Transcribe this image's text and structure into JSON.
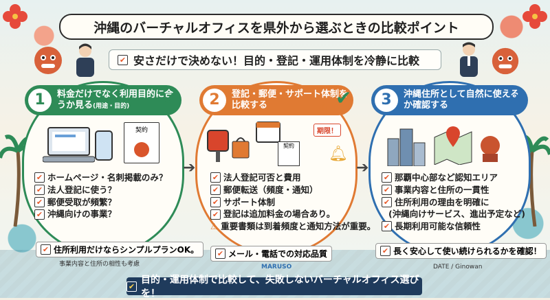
{
  "title": "沖縄のバーチャルオフィスを県外から選ぶときの比較ポイント",
  "subtitle": "安さだけで決めない！目的・登記・運用体制を冷静に比較",
  "panels": [
    {
      "number": "1",
      "heading": "料金だけでなく利用目的に合うか見る",
      "heading_small": "(用途・目的)",
      "items": [
        "ホームページ・名刺掲載のみ？",
        "法人登記に使う？",
        "郵便受取が頻繁？",
        "沖縄向けの事業？"
      ],
      "note": "住所利用だけならシンプルプランOK。",
      "fine": "事業内容と住所の相性も考慮",
      "doc_label": "契約"
    },
    {
      "number": "2",
      "heading": "登記・郵便・サポート体制を比較する",
      "items": [
        "法人登記可否と費用",
        "郵便転送（頻度・通知）",
        "サポート体制",
        "登記は追加料金の場合あり。"
      ],
      "warning": "重要書類は到着頻度と通知方法が重要。",
      "note": "メール・電話での対応品質",
      "doc_label": "契約",
      "deadline_label": "期限！"
    },
    {
      "number": "3",
      "heading": "沖縄住所として自然に使えるか確認する",
      "items": [
        "那覇中心部など認知エリア",
        "事業内容と住所の一貫性",
        "住所利用の理由を明確に",
        "長期利用可能な信頼性"
      ],
      "sub_item": "(沖縄向けサービス、進出予定など)",
      "note": "長く安心して使い続けられるかを確認！"
    }
  ],
  "brand": "MARUSO",
  "date_label": "DATE / Ginowan",
  "bottom_banner": "目的・運用体制で比較して、失敗しないバーチャルオフィス選びを！",
  "colors": {
    "panel1": "#2e8b57",
    "panel2": "#e07a33",
    "panel3": "#2f6fb0",
    "banner": "#1f3b5c"
  }
}
